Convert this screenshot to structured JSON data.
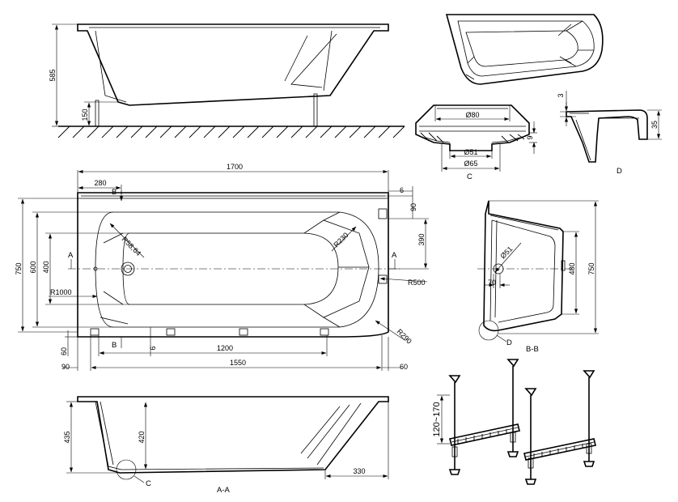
{
  "drawing": {
    "dimensions": {
      "height_585": "585",
      "leg_150": "150",
      "length_1700": "1700",
      "offset_280": "280",
      "rim_6": "6",
      "rim_90": "90",
      "width_750": "750",
      "inner_600": "600",
      "inner_400": "400",
      "depth_390": "390",
      "radius_1000": "R1000",
      "radius_58_64": "R58,64",
      "radius_230": "R230",
      "radius_500": "R500",
      "radius_290": "R290",
      "gap_60_left": "60",
      "gap_90_bottom": "90",
      "length_1200": "1200",
      "length_1550": "1550",
      "gap_60_right": "60",
      "small_6": "6",
      "height_435": "435",
      "depth_420": "420",
      "offset_330": "330",
      "dia_80": "Ø80",
      "dia_51": "Ø51",
      "dia_65": "Ø65",
      "small_9": "9",
      "detail_3": "3",
      "detail_35": "35",
      "side_dia_51": "Ø51",
      "side_70": "70",
      "side_480": "480",
      "side_750": "750",
      "leg_range": "120~170"
    },
    "labels": {
      "section_a_left": "A",
      "section_a_right": "A",
      "section_b_top": "B",
      "section_b_bottom": "B",
      "detail_c_label": "C",
      "detail_c_caption": "C",
      "detail_d_label": "D",
      "detail_d_caption": "D",
      "section_aa": "A-A",
      "section_bb": "B-B"
    }
  }
}
